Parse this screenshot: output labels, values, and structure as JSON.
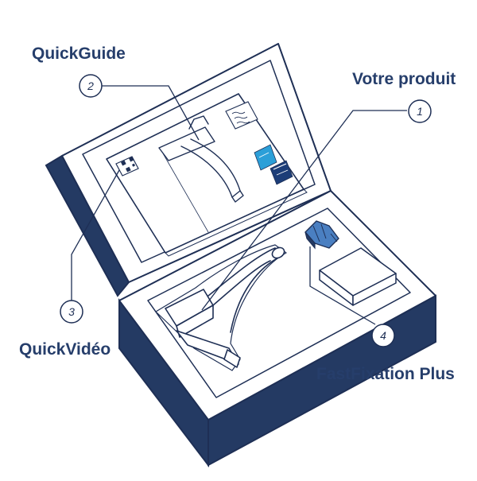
{
  "colors": {
    "navy": "#243a63",
    "outline": "#1e2f55",
    "blue_accent": "#4a7fc1",
    "label_color": "#263e6b",
    "grohe_blue": "#2b9fd8",
    "grohe_dark": "#1c3d78"
  },
  "callouts": [
    {
      "number": "1",
      "label": "Votre produit"
    },
    {
      "number": "2",
      "label": "QuickGuide"
    },
    {
      "number": "3",
      "label": "QuickVidéo"
    },
    {
      "number": "4",
      "label": "FastFixation Plus"
    }
  ],
  "icons": {
    "qr": "qr-code-icon",
    "grohe": "grohe-logo-icon",
    "waves": "water-waves-icon",
    "fixation": "fastfixation-part-icon"
  }
}
